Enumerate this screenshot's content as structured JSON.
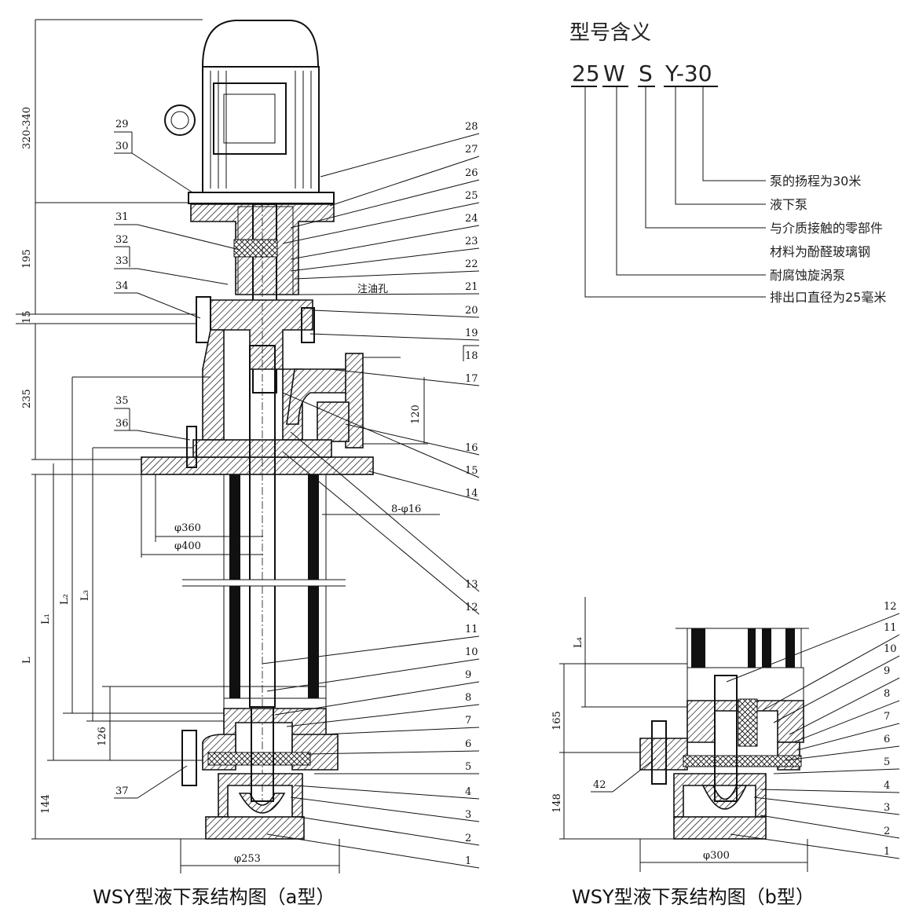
{
  "model_meaning": {
    "title": "型号含义",
    "code_parts": [
      "25",
      "W",
      "S",
      "Y-30"
    ],
    "meanings": [
      "泵的扬程为30米",
      "液下泵",
      "与介质接触的零部件",
      "材料为酚醛玻璃钢",
      "耐腐蚀旋涡泵",
      "排出口直径为25毫米"
    ]
  },
  "diagram_a": {
    "caption": "WSY型液下泵结构图（a型）",
    "part_numbers_right": [
      "28",
      "27",
      "26",
      "25",
      "24",
      "23",
      "22",
      "21",
      "20",
      "19",
      "18",
      "17",
      "16",
      "15",
      "14",
      "13",
      "12",
      "11",
      "10",
      "9",
      "8",
      "7",
      "6",
      "5",
      "4",
      "3",
      "2",
      "1"
    ],
    "part_numbers_left": [
      "29",
      "30",
      "31",
      "32",
      "33",
      "34",
      "35",
      "36",
      "37"
    ],
    "dimensions": {
      "motor_height": "320-340",
      "d195": "195",
      "d15": "15",
      "d235": "235",
      "L": "L",
      "L1": "L₁",
      "L2": "L₂",
      "L3": "L₃",
      "d126": "126",
      "d144": "144",
      "phi360": "φ360",
      "phi400": "φ400",
      "holes": "8-φ16",
      "d120": "120",
      "phi253": "φ253"
    },
    "oil_hole_label": "注油孔"
  },
  "diagram_b": {
    "caption": "WSY型液下泵结构图（b型）",
    "part_numbers_right": [
      "12",
      "11",
      "10",
      "9",
      "8",
      "7",
      "6",
      "5",
      "4",
      "3",
      "2",
      "1"
    ],
    "part_numbers_left": [
      "42"
    ],
    "dimensions": {
      "L4": "L₄",
      "d165": "165",
      "d148": "148",
      "phi300": "φ300"
    }
  }
}
